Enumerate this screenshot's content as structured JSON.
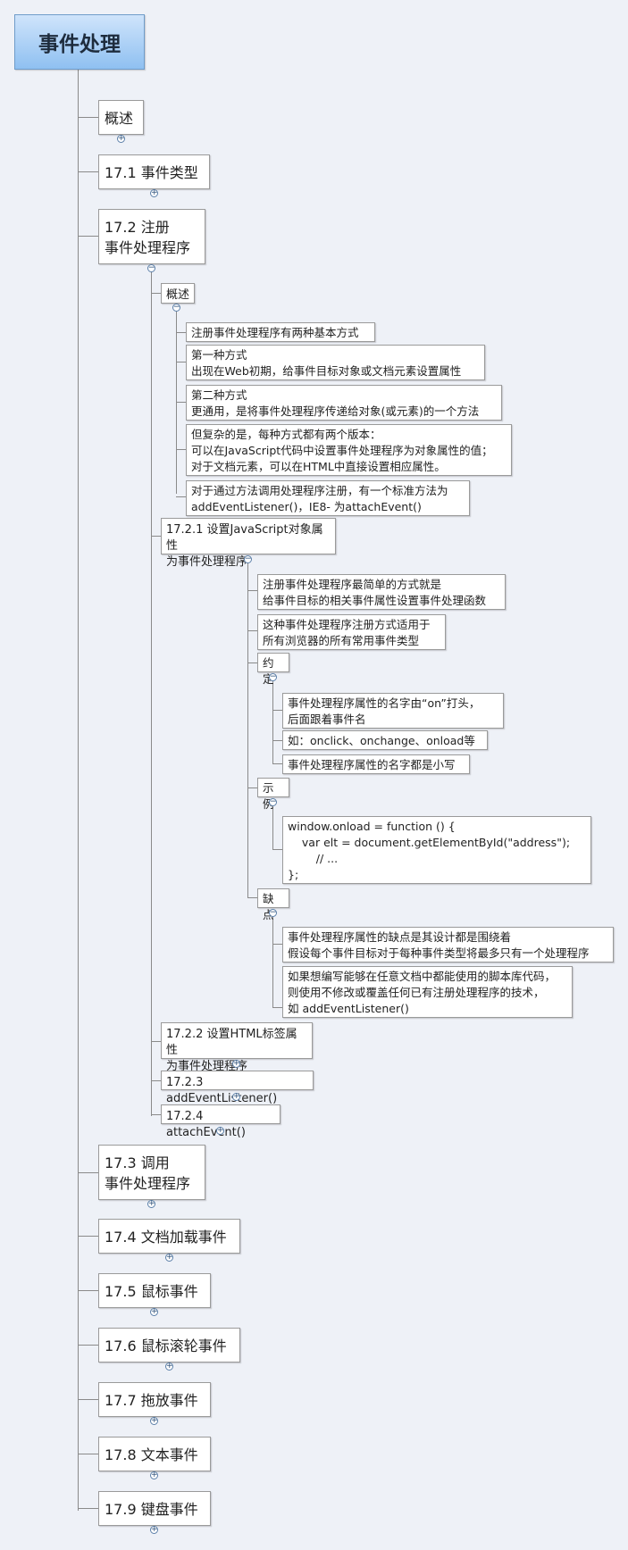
{
  "root": "事件处理",
  "l1": [
    "概述",
    "17.1 事件类型",
    "17.2 注册\n事件处理程序",
    "17.3 调用\n事件处理程序",
    "17.4 文档加载事件",
    "17.5 鼠标事件",
    "17.6 鼠标滚轮事件",
    "17.7 拖放事件",
    "17.8 文本事件",
    "17.9 键盘事件"
  ],
  "s172": {
    "overview": {
      "title": "概述",
      "items": [
        "注册事件处理程序有两种基本方式",
        "第一种方式\n出现在Web初期，给事件目标对象或文档元素设置属性",
        "第二种方式\n更通用，是将事件处理程序传递给对象(或元素)的一个方法",
        "但复杂的是，每种方式都有两个版本：\n可以在JavaScript代码中设置事件处理程序为对象属性的值；\n对于文档元素，可以在HTML中直接设置相应属性。",
        "对于通过方法调用处理程序注册，有一个标准方法为\naddEventListener()，IE8- 为attachEvent()"
      ]
    },
    "s1": {
      "title": "17.2.1 设置JavaScript对象属性\n为事件处理程序",
      "items": [
        "注册事件处理程序最简单的方式就是\n给事件目标的相关事件属性设置事件处理函数",
        "这种事件处理程序注册方式适用于\n所有浏览器的所有常用事件类型"
      ],
      "convention": {
        "title": "约定",
        "items": [
          "事件处理程序属性的名字由“on”打头，\n后面跟着事件名",
          "如：onclick、onchange、onload等",
          "事件处理程序属性的名字都是小写"
        ]
      },
      "example": {
        "title": "示例",
        "code": "window.onload = function () {\n    var elt = document.getElementById(\"address\");\n        // ...\n};"
      },
      "drawback": {
        "title": "缺点",
        "items": [
          "事件处理程序属性的缺点是其设计都是围绕着\n假设每个事件目标对于每种事件类型将最多只有一个处理程序",
          "如果想编写能够在任意文档中都能使用的脚本库代码，\n则使用不修改或覆盖任何已有注册处理程序的技术，\n如 addEventListener()"
        ]
      }
    },
    "s2": "17.2.2 设置HTML标签属性\n为事件处理程序",
    "s3": "17.2.3 addEventListener()",
    "s4": "17.2.4 attachEvent()"
  },
  "colors": {
    "background": "#eef1f7",
    "root_fill": "#9cc8f3",
    "border": "#9a9a9a",
    "connector": "#8a8a8a"
  }
}
